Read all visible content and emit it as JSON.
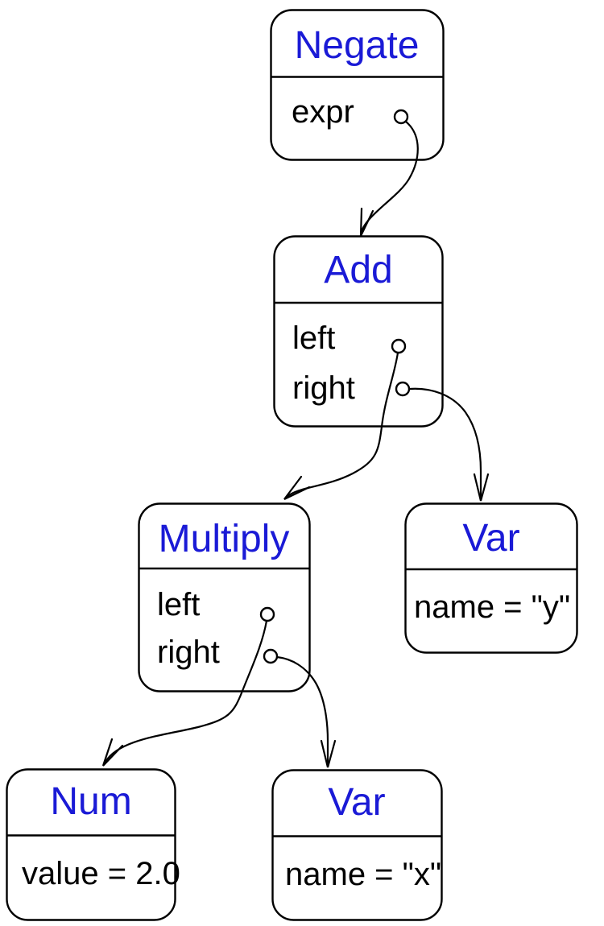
{
  "diagram": {
    "accent_color": "#1a1ad6",
    "line_color": "#000000",
    "background_color": "#ffffff",
    "nodes": {
      "negate": {
        "title": "Negate",
        "fields": [
          "expr"
        ]
      },
      "add": {
        "title": "Add",
        "fields": [
          "left",
          "right"
        ]
      },
      "multiply": {
        "title": "Multiply",
        "fields": [
          "left",
          "right"
        ]
      },
      "var_y": {
        "title": "Var",
        "fields": [
          "name = \"y\""
        ]
      },
      "num": {
        "title": "Num",
        "fields": [
          "value = 2.0"
        ]
      },
      "var_x": {
        "title": "Var",
        "fields": [
          "name = \"x\""
        ]
      }
    },
    "edges": [
      {
        "from": "Negate",
        "port": "expr",
        "to": "Add"
      },
      {
        "from": "Add",
        "port": "left",
        "to": "Multiply"
      },
      {
        "from": "Add",
        "port": "right",
        "to": "Var (y)"
      },
      {
        "from": "Multiply",
        "port": "left",
        "to": "Num"
      },
      {
        "from": "Multiply",
        "port": "right",
        "to": "Var (x)"
      }
    ]
  }
}
